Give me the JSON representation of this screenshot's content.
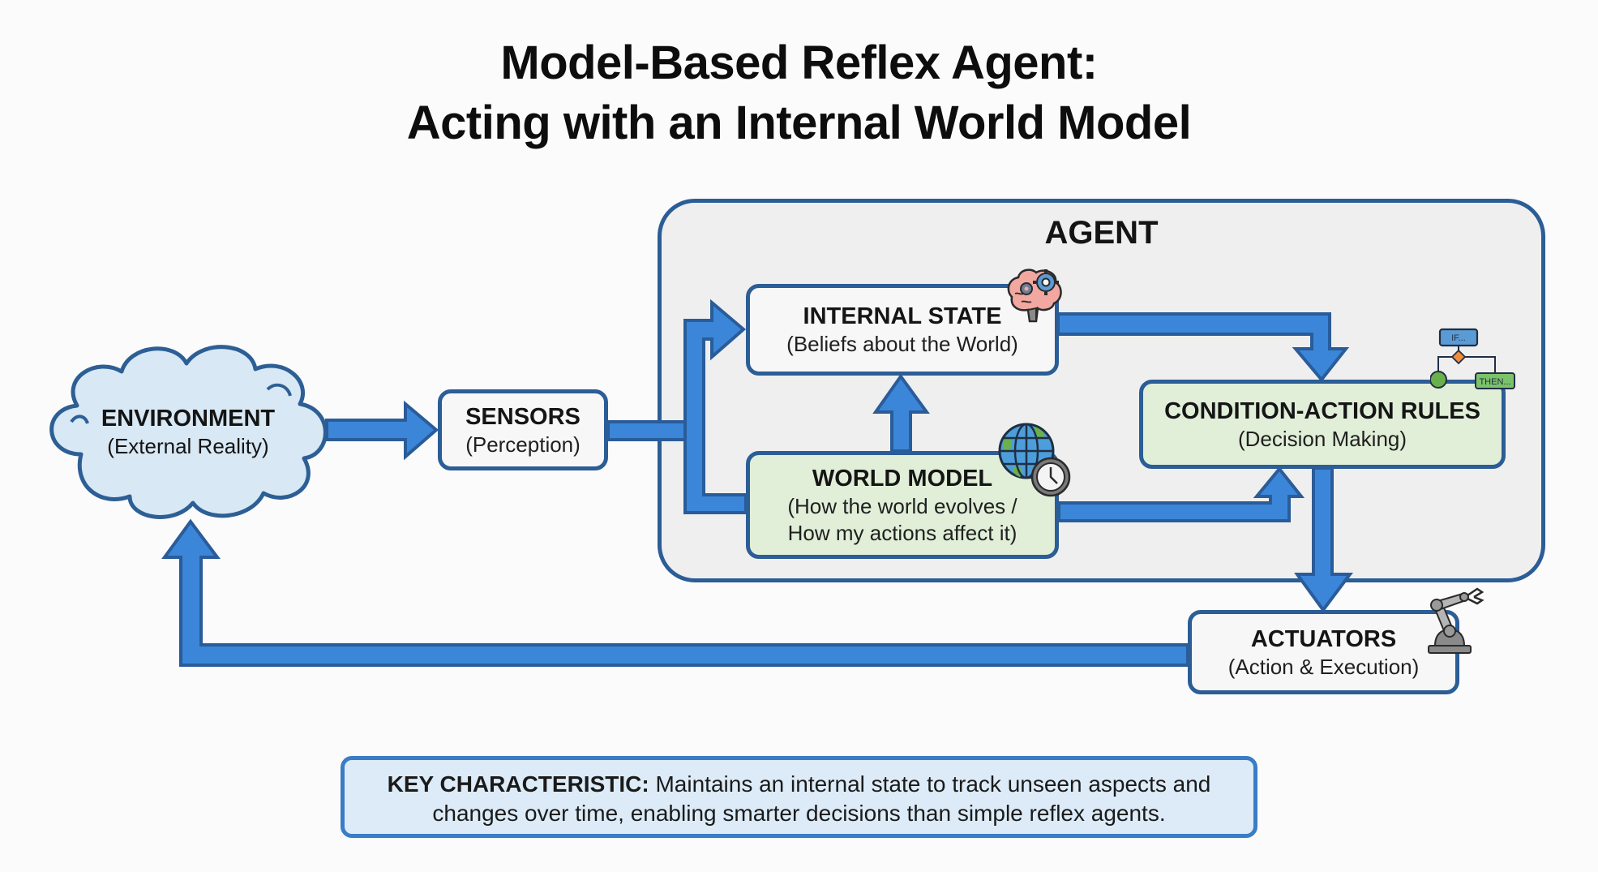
{
  "title": {
    "line1": "Model-Based Reflex Agent:",
    "line2": "Acting with an Internal World Model"
  },
  "environment": {
    "label": "ENVIRONMENT",
    "sublabel": "(External Reality)",
    "icon": "cloud-icon"
  },
  "sensors": {
    "label": "SENSORS",
    "sublabel": "(Perception)"
  },
  "agent": {
    "label": "AGENT",
    "internal_state": {
      "label": "INTERNAL STATE",
      "sublabel": "(Beliefs about the World)",
      "icon": "brain-gears-icon"
    },
    "world_model": {
      "label": "WORLD MODEL",
      "sublabel_line1": "(How the world evolves /",
      "sublabel_line2": "How my actions affect it)",
      "icon": "globe-clock-icon"
    },
    "condition_action_rules": {
      "label": "CONDITION-ACTION RULES",
      "sublabel": "(Decision Making)",
      "icon": "if-then-flowchart-icon",
      "icon_if_text": "IF...",
      "icon_then_text": "THEN..."
    }
  },
  "actuators": {
    "label": "ACTUATORS",
    "sublabel": "(Action & Execution)",
    "icon": "robot-arm-icon"
  },
  "key_characteristic": {
    "label": "KEY CHARACTERISTIC:",
    "text_line1": "Maintains an internal state to track unseen aspects and",
    "text_line2": "changes over time, enabling smarter decisions than simple reflex agents."
  },
  "flows": [
    {
      "from": "environment",
      "to": "sensors"
    },
    {
      "from": "sensors",
      "to": "internal_state"
    },
    {
      "from": "sensors",
      "to": "world_model"
    },
    {
      "from": "world_model",
      "to": "internal_state"
    },
    {
      "from": "internal_state",
      "to": "condition_action_rules"
    },
    {
      "from": "world_model",
      "to": "condition_action_rules"
    },
    {
      "from": "condition_action_rules",
      "to": "actuators"
    },
    {
      "from": "actuators",
      "to": "environment"
    }
  ],
  "colors": {
    "arrow_fill": "#3b86d8",
    "arrow_stroke": "#2a5c9a",
    "node_border": "#2b5d96",
    "green_fill": "#e1efd9",
    "cloud_fill": "#d8e8f5",
    "key_fill": "#dcebf7"
  }
}
